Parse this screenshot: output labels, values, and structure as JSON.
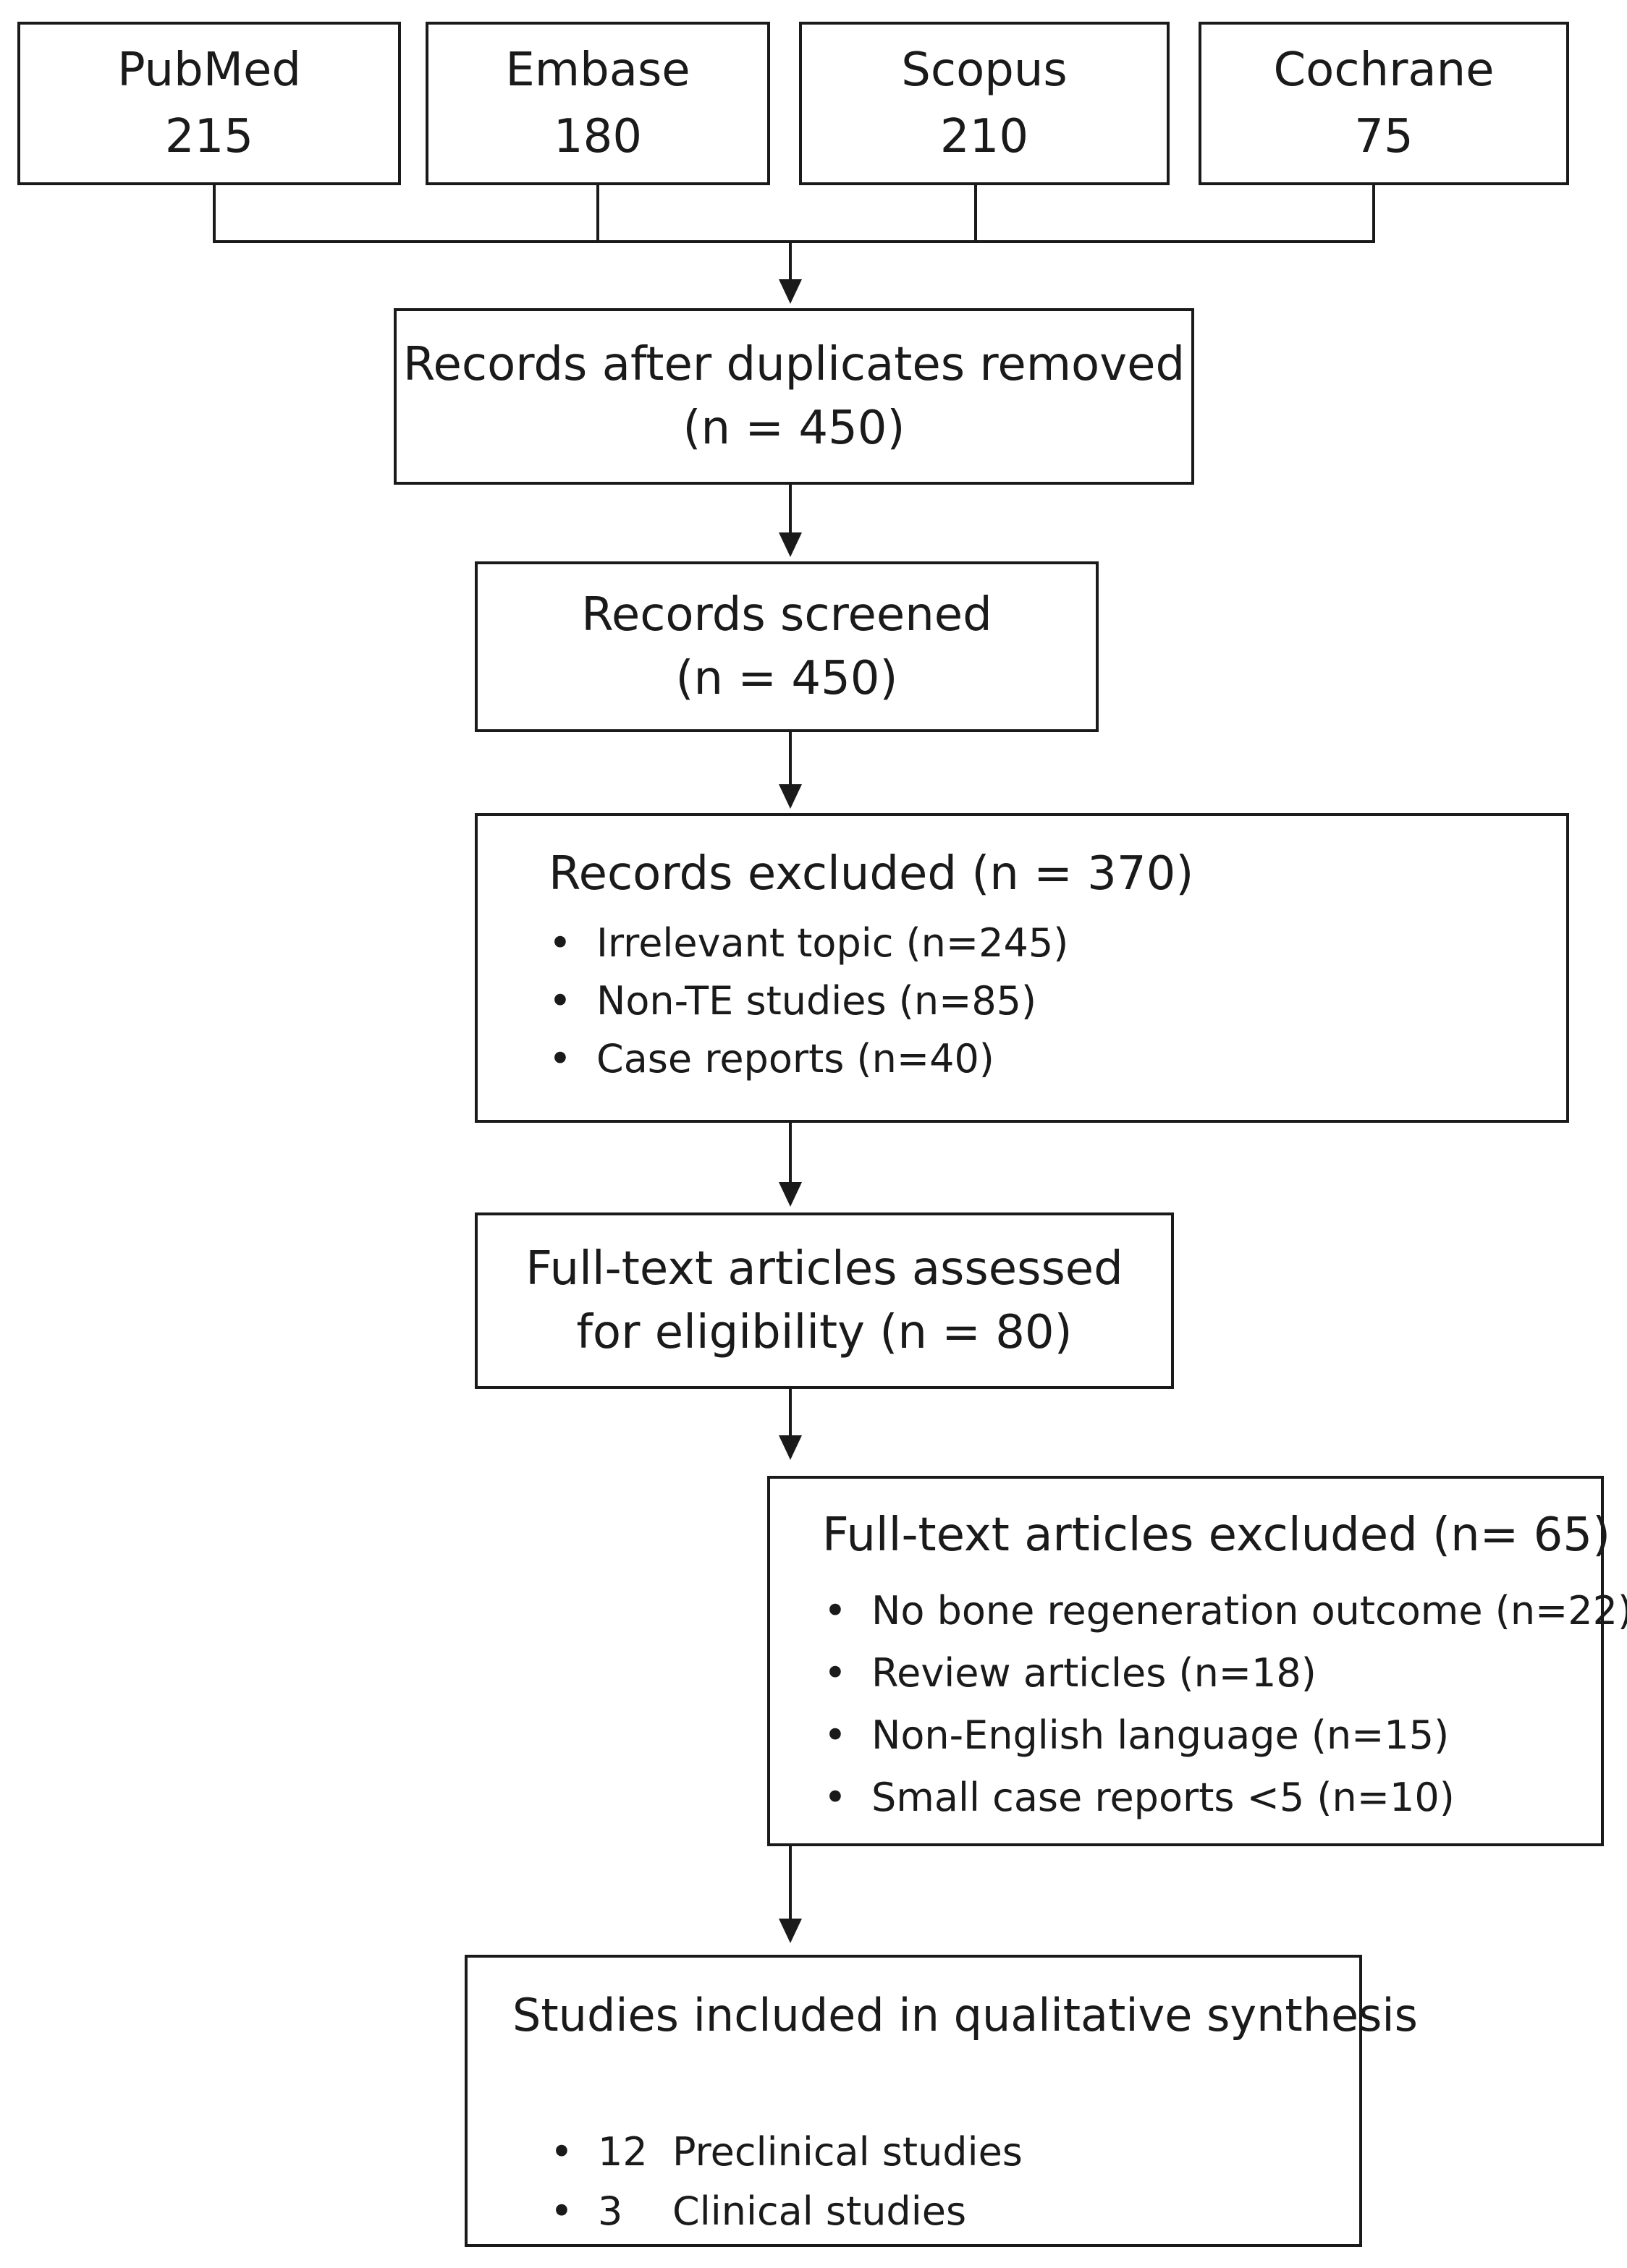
{
  "sources": [
    {
      "name": "PubMed",
      "count": "215"
    },
    {
      "name": "Embase",
      "count": "180"
    },
    {
      "name": "Scopus",
      "count": "210"
    },
    {
      "name": "Cochrane",
      "count": "75"
    }
  ],
  "dedup": {
    "line1": "Records after duplicates removed",
    "line2": "(n = 450)"
  },
  "screened": {
    "line1": "Records screened",
    "line2": "(n = 450)"
  },
  "excluded": {
    "title": "Records excluded (n = 370)",
    "reasons": [
      "Irrelevant topic (n=245)",
      "Non-TE studies (n=85)",
      "Case reports (n=40)"
    ]
  },
  "fulltext": {
    "line1": "Full-text articles assessed",
    "line2": "for eligibility (n = 80)"
  },
  "fulltext_excluded": {
    "title": "Full-text articles excluded (n= 65)",
    "reasons": [
      "No bone regeneration outcome (n=22)",
      "Review articles (n=18)",
      "Non-English language (n=15)",
      "Small case reports <5 (n=10)"
    ]
  },
  "included": {
    "title": "Studies included in qualitative synthesis",
    "items": [
      "12  Preclinical studies",
      "3    Clinical studies"
    ]
  }
}
